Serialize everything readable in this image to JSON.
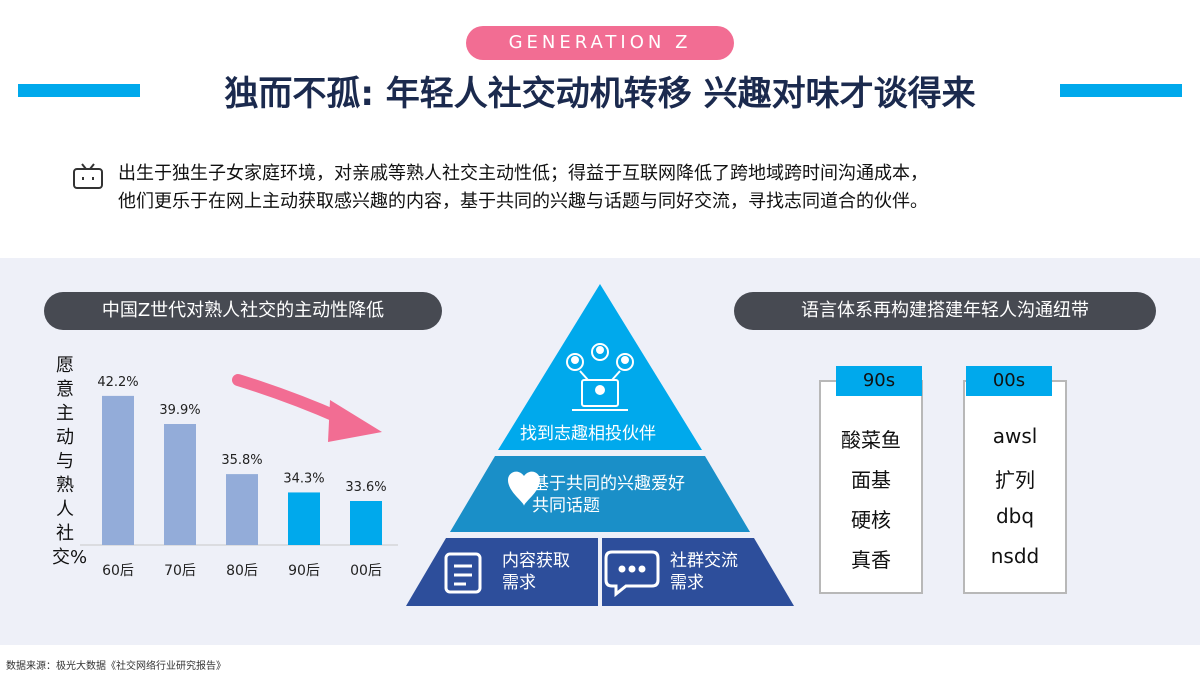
{
  "header": {
    "tag": "GENERATION Z",
    "title": "独而不孤: 年轻人社交动机转移 兴趣对味才谈得来",
    "accent_color": "#00a9ec",
    "tag_color": "#f26d93"
  },
  "intro": {
    "icon": "tv-icon",
    "line1": "出生于独生子女家庭环境，对亲戚等熟人社交主动性低；得益于互联网降低了跨地域跨时间沟通成本，",
    "line2": "他们更乐于在网上主动获取感兴趣的内容，基于共同的兴趣与话题与同好交流，寻找志同道合的伙伴。"
  },
  "left_section": {
    "title": "中国Z世代对熟人社交的主动性降低"
  },
  "chart_data": {
    "type": "bar",
    "categories": [
      "60后",
      "70后",
      "80后",
      "90后",
      "00后"
    ],
    "values": [
      42.2,
      39.9,
      35.8,
      34.3,
      33.6
    ],
    "value_labels": [
      "42.2%",
      "39.9%",
      "35.8%",
      "34.3%",
      "33.6%"
    ],
    "ylabel": "愿意主动与熟人社交%",
    "ylim": [
      30,
      43.5
    ],
    "bar_colors": [
      "#93acd9",
      "#93acd9",
      "#93acd9",
      "#00a9ec",
      "#00a9ec"
    ],
    "grid": false
  },
  "pyramid": {
    "top": {
      "icon": "people-network-icon",
      "label": "找到志趣相投伙伴"
    },
    "middle": {
      "icon": "heart-icon",
      "line1": "基于共同的兴趣爱好",
      "line2": "共同话题"
    },
    "bottom_left": {
      "icon": "content-doc-icon",
      "line1": "内容获取",
      "line2": "需求"
    },
    "bottom_right": {
      "icon": "chat-bubble-icon",
      "line1": "社群交流",
      "line2": "需求"
    },
    "colors": {
      "top": "#00a9ec",
      "middle": "#1a8fc8",
      "bottom": "#2d4e9b"
    }
  },
  "right_section": {
    "title": "语言体系再构建搭建年轻人沟通纽带",
    "columns": [
      {
        "header": "90s",
        "items": [
          "酸菜鱼",
          "面基",
          "硬核",
          "真香"
        ]
      },
      {
        "header": "00s",
        "items": [
          "awsl",
          "扩列",
          "dbq",
          "nsdd"
        ]
      }
    ]
  },
  "footer": {
    "source": "数据来源：极光大数据《社交网络行业研究报告》"
  }
}
